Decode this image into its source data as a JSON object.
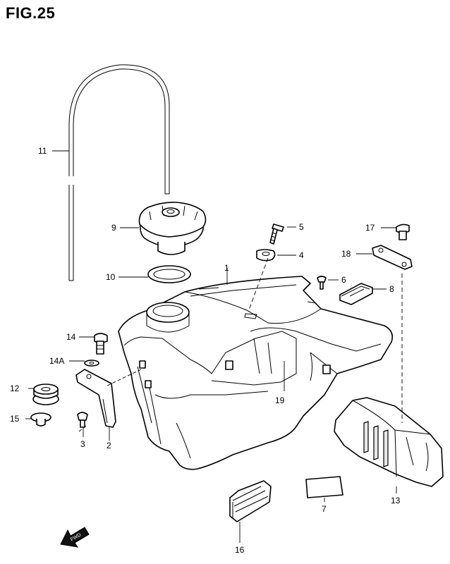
{
  "title": "FIG.25",
  "labels": {
    "p1": "1",
    "p2": "2",
    "p3": "3",
    "p4": "4",
    "p5": "5",
    "p6": "6",
    "p7": "7",
    "p8": "8",
    "p9": "9",
    "p10": "10",
    "p11": "11",
    "p12": "12",
    "p13": "13",
    "p14": "14",
    "p14a": "14A",
    "p15": "15",
    "p16": "16",
    "p17": "17",
    "p18": "18",
    "p19": "19"
  },
  "fwd": "FWD"
}
